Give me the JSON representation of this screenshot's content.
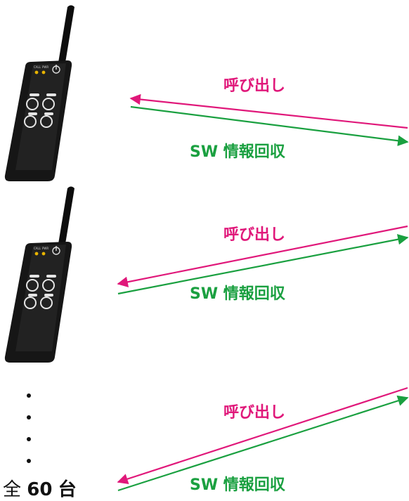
{
  "colors": {
    "call": "#e0187a",
    "sw": "#1aa040",
    "device": "#141414"
  },
  "device": {
    "led_label_1": "CALL",
    "led_label_2": "PWR"
  },
  "rows": [
    {
      "call_label": "呼び出し",
      "sw_label": "SW 情報回収"
    },
    {
      "call_label": "呼び出し",
      "sw_label": "SW 情報回収"
    },
    {
      "call_label": "呼び出し",
      "sw_label": "SW 情報回収"
    }
  ],
  "total": {
    "prefix": "全",
    "count": "60",
    "unit": "台"
  }
}
